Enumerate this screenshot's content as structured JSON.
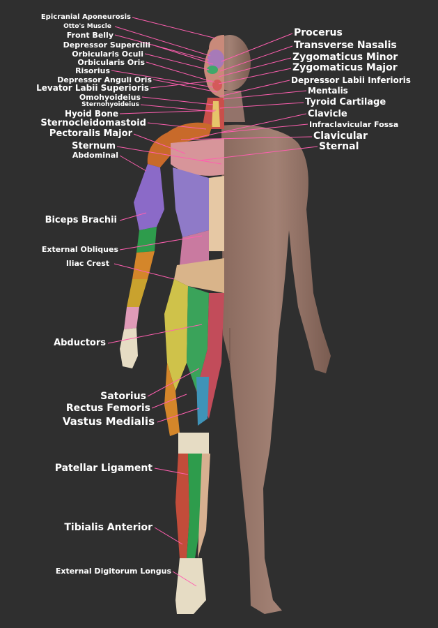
{
  "accent_line_color": "#ff5fb0",
  "background_color": "#2f2f2f",
  "labels_left": [
    {
      "id": "epicranial-aponeurosis",
      "text": "Epicranial Aponeurosis"
    },
    {
      "id": "ottos-muscle",
      "text": "Otto's Muscle"
    },
    {
      "id": "front-belly",
      "text": "Front Belly"
    },
    {
      "id": "depressor-supercilii",
      "text": "Depressor Supercilii"
    },
    {
      "id": "orbicularis-oculi",
      "text": "Orbicularis Oculi"
    },
    {
      "id": "orbicularis-oris",
      "text": "Orbicularis Oris"
    },
    {
      "id": "risorius",
      "text": "Risorius"
    },
    {
      "id": "depressor-anguli-oris",
      "text": "Depressor Anguli Oris"
    },
    {
      "id": "levator-labii-superioris",
      "text": "Levator Labii Superioris"
    },
    {
      "id": "omohyoideius",
      "text": "Omohyoideius"
    },
    {
      "id": "sternohyoideius",
      "text": "Sternohyoideius"
    },
    {
      "id": "hyoid-bone",
      "text": "Hyoid Bone"
    },
    {
      "id": "sternocleidomastoid",
      "text": "Sternocleidomastoid"
    },
    {
      "id": "pectoralis-major",
      "text": "Pectoralis Major"
    },
    {
      "id": "sternum",
      "text": "Sternum"
    },
    {
      "id": "abdominal",
      "text": "Abdominal"
    },
    {
      "id": "biceps-brachii",
      "text": "Biceps Brachii"
    },
    {
      "id": "external-obliques",
      "text": "External Obliques"
    },
    {
      "id": "iliac-crest",
      "text": "Iliac Crest"
    },
    {
      "id": "abductors",
      "text": "Abductors"
    },
    {
      "id": "satorius",
      "text": "Satorius"
    },
    {
      "id": "rectus-femoris",
      "text": "Rectus Femoris"
    },
    {
      "id": "vastus-medialis",
      "text": "Vastus Medialis"
    },
    {
      "id": "patellar-ligament",
      "text": "Patellar Ligament"
    },
    {
      "id": "tibialis-anterior",
      "text": "Tibialis Anterior"
    },
    {
      "id": "external-digitorum-longus",
      "text": "External Digitorum Longus"
    }
  ],
  "labels_right": [
    {
      "id": "procerus",
      "text": "Procerus"
    },
    {
      "id": "transverse-nasalis",
      "text": "Transverse Nasalis"
    },
    {
      "id": "zygomaticus-minor",
      "text": "Zygomaticus Minor"
    },
    {
      "id": "zygomaticus-major",
      "text": "Zygomaticus Major"
    },
    {
      "id": "depressor-labii-inferioris",
      "text": "Depressor Labii Inferioris"
    },
    {
      "id": "mentalis",
      "text": "Mentalis"
    },
    {
      "id": "tyroid-cartilage",
      "text": "Tyroid Cartilage"
    },
    {
      "id": "clavicle",
      "text": "Clavicle"
    },
    {
      "id": "infraclavicular-fossa",
      "text": "Infraclavicular Fossa"
    },
    {
      "id": "clavicular",
      "text": "Clavicular"
    },
    {
      "id": "sternal",
      "text": "Sternal"
    }
  ]
}
